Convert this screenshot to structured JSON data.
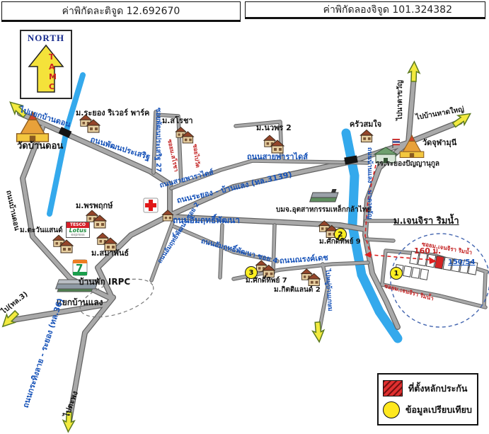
{
  "header": {
    "latitude": "ค่าพิกัดละติจูด 12.692670",
    "longitude": "ค่าพิกัดลองจิจูด 101.324382"
  },
  "north_sign": {
    "title": "NORTH",
    "letters": [
      "T",
      "A",
      "M",
      "C"
    ]
  },
  "labels": {
    "go_yaek_ban_don": "ไปแยกบ้านดอน",
    "wat_ban_don": "วัดบ้านดอน",
    "rayong_river_park": "ม.ระยอง ริเวอร์ พาร์ค",
    "thanon_phatthana_prasoet": "ถนนพัฒนประเสริฐ",
    "soi_phatthana_prasoet_27": "ซอยพัฒนประเสริฐ 27",
    "mu_sarocha": "ม.สโรชา",
    "soi_mu_sarocha": "ซอยม.สโรชา",
    "soi_pai_wat": "ซอยไปวัด",
    "thanon_ban_don": "ถนนบ้านดอน",
    "mu_nawaporn_2": "ม.นวพร 2",
    "thanon_sai_paradise": "ถนนสายพาราไดส์",
    "thanon_sai_paradise_rotated": "ถนนสายพาราไดส์",
    "thanon_rayong_ban_laeng": "ถนนระยอง - บ้านแลง (ทล.3139)",
    "krua_somjai": "ครัวสมใจ",
    "wat_chula_muni": "วัดจุฬามุนี",
    "school_rayong_panyanukul": "รร.ระยองปัญญานุกูล",
    "go_na_ta_khwan": "ไปนาตาขวัญ",
    "go_ban_hat_yai": "ไปบ้านหาดใหญ่",
    "thanon_ban_laeng_na_ta_khwan": "ถนนบ้านแลง - นาตาขวัญ",
    "bmj_steel": "บมจ.อุตสาหกรรมเหล็กกล้าไทย",
    "thanon_amrit_phatthana": "ถนนอัมฤทธิ์พัฒนา",
    "amrit_soi_2": "ถนนอัมฤทธิ์พัฒนา ซอย 2",
    "amrit_soi_4": "ถนนอัมฤทธิ์พัฒนา ซอย 4",
    "mu_sakthip_9": "ม.ศักดิ์ทิพย์ 9",
    "thanon_narong_det": "ถนนณรงค์เดช",
    "mu_sakthip_7": "ม.ศักดิ์ทิพย์ 7",
    "mu_kitti_land_2": "ม.กิตติแลนด์ 2",
    "go_mu_ban_kasem": "ไปหมู่บ้านเกษม",
    "mu_phon_phruek": "ม.พรพฤกษ์",
    "mu_tawan_sand": "ม.ตะวันแสนด์",
    "mu_samaphan": "ม.สมาพันธ์",
    "ban_phak_irpc": "บ้านพัก IRPC",
    "yaek_ban_laeng": "แยกบ้านแลง",
    "go_highway_3": "ไป(ทล.3)",
    "thanon_krathinglai_rayong": "ถนนกระทิงลาย - ระยอง (ทล.36)",
    "go_taphong": "ไปตะพง",
    "mu_jenjira_rimnam": "ม.เจนจิรา ริมน้ำ",
    "soi_jenjira_top": "ซอยม.เจนจิรา ริมน้ำ",
    "soi_jenjira_bottom": "ซอยม.เจนจิรา ริมน้ำ",
    "distance_160m": "160 ม.",
    "house_no_150_54": "150/54"
  },
  "signs": {
    "tesco_line1": "TESCO",
    "tesco_line2": "Lotus",
    "tesco_line3": "express",
    "seven_eleven": "7"
  },
  "markers": [
    "1",
    "2",
    "3"
  ],
  "legend": {
    "collateral_label": "ที่ตั้งหลักประกัน",
    "comparison_label": "ข้อมูลเปรียบเทียบ"
  },
  "colors": {
    "road_label_blue": "#1652b8",
    "soi_label_red": "#c32020",
    "water_blue": "#34a9ec",
    "arrow_yellow": "#f3ea3e",
    "marker_yellow": "#fcee21",
    "collateral_red": "#e03030"
  }
}
